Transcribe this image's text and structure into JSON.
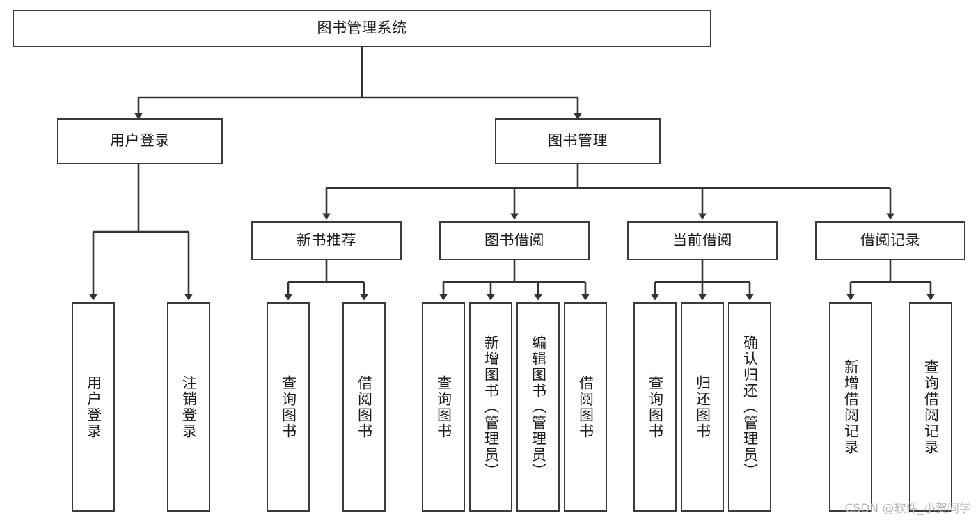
{
  "diagram": {
    "title": "图书管理系统",
    "type": "tree-hierarchy",
    "orientation": "top-down",
    "colors": {
      "box_border": "#3b3b3b",
      "box_fill": "#ffffff",
      "connector": "#333333",
      "text": "#1a1a1a",
      "watermark": "#b9b9b9",
      "background": "#ffffff"
    },
    "root": {
      "label": "图书管理系统"
    },
    "level2": [
      {
        "id": "user-login",
        "label": "用户登录"
      },
      {
        "id": "book-management",
        "label": "图书管理"
      }
    ],
    "level3": [
      {
        "id": "new-book-recommend",
        "label": "新书推荐",
        "parent": "book-management"
      },
      {
        "id": "book-borrow",
        "label": "图书借阅",
        "parent": "book-management"
      },
      {
        "id": "current-borrow",
        "label": "当前借阅",
        "parent": "book-management"
      },
      {
        "id": "borrow-record",
        "label": "借阅记录",
        "parent": "book-management"
      }
    ],
    "leaves": {
      "user-login": [
        {
          "id": "leaf-user-login",
          "label": "用户登录"
        },
        {
          "id": "leaf-logout-login",
          "label": "注销登录"
        }
      ],
      "new-book-recommend": [
        {
          "id": "leaf-query-book-1",
          "label": "查询图书"
        },
        {
          "id": "leaf-borrow-book-1",
          "label": "借阅图书"
        }
      ],
      "book-borrow": [
        {
          "id": "leaf-query-book-2",
          "label": "查询图书"
        },
        {
          "id": "leaf-add-book",
          "label": "新增图书（管理员）"
        },
        {
          "id": "leaf-edit-book",
          "label": "编辑图书（管理员）"
        },
        {
          "id": "leaf-borrow-book-2",
          "label": "借阅图书"
        }
      ],
      "current-borrow": [
        {
          "id": "leaf-query-book-3",
          "label": "查询图书"
        },
        {
          "id": "leaf-return-book",
          "label": "归还图书"
        },
        {
          "id": "leaf-confirm-return",
          "label": "确认归还（管理员）"
        }
      ],
      "borrow-record": [
        {
          "id": "leaf-add-record",
          "label": "新增借阅记录"
        },
        {
          "id": "leaf-query-record",
          "label": "查询借阅记录"
        }
      ]
    }
  },
  "watermark": {
    "text": "CSDN @软件_小贺同学"
  }
}
